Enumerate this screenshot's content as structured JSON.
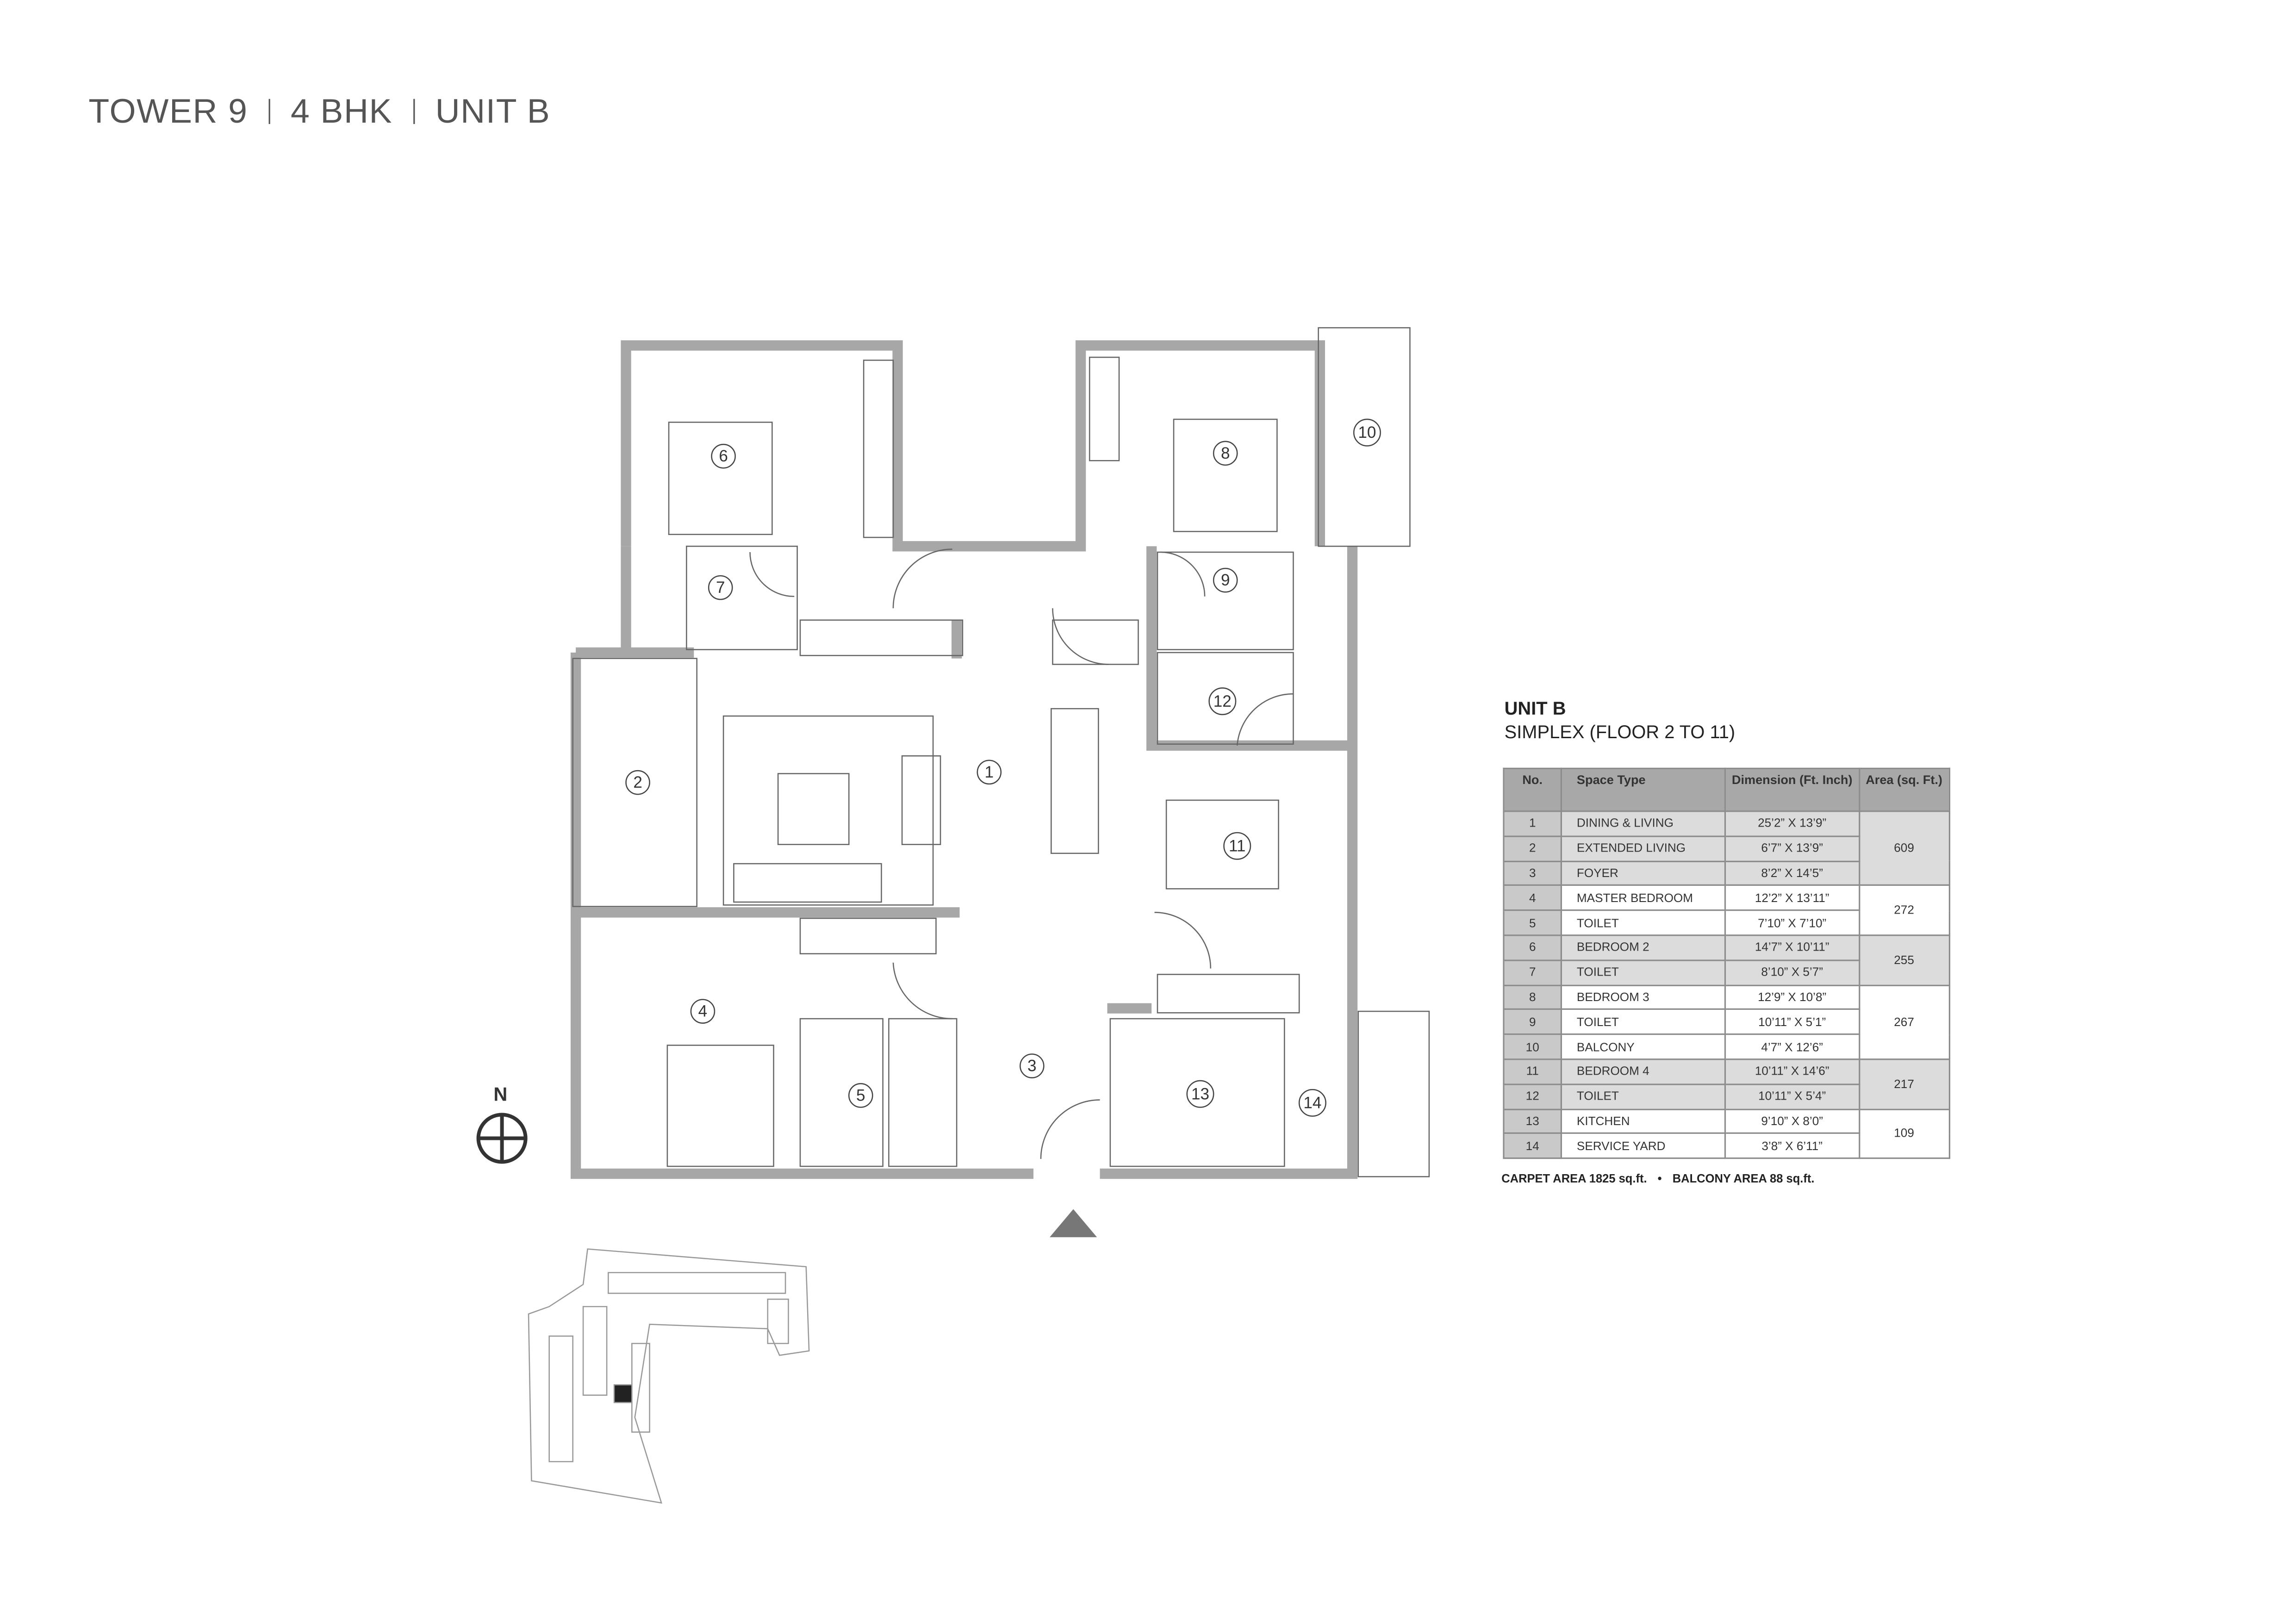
{
  "header": {
    "tower": "TOWER 9",
    "config": "4 BHK",
    "unit": "UNIT B"
  },
  "unit_info": {
    "title": "UNIT B",
    "subtitle": "SIMPLEX (FLOOR 2 TO 11)"
  },
  "table": {
    "headers": {
      "no": "No.",
      "space": "Space Type",
      "dimension": "Dimension (Ft. Inch)",
      "area": "Area (sq. Ft.)"
    },
    "rows": [
      {
        "no": "1",
        "space": "DINING & LIVING",
        "dim": "25’2” X 13’9”"
      },
      {
        "no": "2",
        "space": "EXTENDED LIVING",
        "dim": "6’7” X 13’9”"
      },
      {
        "no": "3",
        "space": "FOYER",
        "dim": "8’2” X 14’5”"
      },
      {
        "no": "4",
        "space": "MASTER BEDROOM",
        "dim": "12’2” X 13’11”"
      },
      {
        "no": "5",
        "space": "TOILET",
        "dim": "7’10” X 7’10”"
      },
      {
        "no": "6",
        "space": "BEDROOM 2",
        "dim": "14’7” X 10’11”"
      },
      {
        "no": "7",
        "space": "TOILET",
        "dim": "8’10” X 5’7”"
      },
      {
        "no": "8",
        "space": "BEDROOM 3",
        "dim": "12’9” X 10’8”"
      },
      {
        "no": "9",
        "space": "TOILET",
        "dim": "10’11” X 5’1”"
      },
      {
        "no": "10",
        "space": "BALCONY",
        "dim": "4’7” X 12’6”"
      },
      {
        "no": "11",
        "space": "BEDROOM 4",
        "dim": "10’11” X 14’6”"
      },
      {
        "no": "12",
        "space": "TOILET",
        "dim": "10’11” X 5’4”"
      },
      {
        "no": "13",
        "space": "KITCHEN",
        "dim": "9’10” X 8’0”"
      },
      {
        "no": "14",
        "space": "SERVICE YARD",
        "dim": "3’8” X 6’11”"
      }
    ],
    "areas": [
      "609",
      "272",
      "255",
      "267",
      "217",
      "109"
    ]
  },
  "footer": {
    "carpet": "CARPET AREA 1825 sq.ft.",
    "bullet": "•",
    "balcony": "BALCONY AREA 88 sq.ft."
  },
  "plan": {
    "rooms": [
      "1",
      "2",
      "3",
      "4",
      "5",
      "6",
      "7",
      "8",
      "9",
      "10",
      "11",
      "12",
      "13",
      "14"
    ],
    "compass_label": "N",
    "wall_color": "#a7a7a7",
    "line_color": "#555555"
  }
}
